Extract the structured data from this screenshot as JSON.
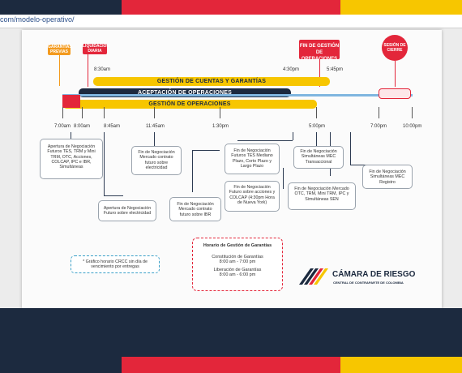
{
  "browser": {
    "url": "com/modelo-operativo/"
  },
  "colors": {
    "brand_yellow": "#f7c600",
    "brand_red": "#e3263a",
    "brand_navy": "#1c2a3f",
    "timeline_blue": "#2e7fc1"
  },
  "slide": {
    "tags": {
      "garantias_previas": "GARANTÍAS PREVIAS",
      "liquidacion_diaria": "LIQUIDACIÓN DIARIA",
      "fin_gestion_operaciones": "FIN DE GESTIÓN DE OPERACIONES",
      "sesion_cierre": "SESIÓN DE CIERRE"
    },
    "bars": {
      "cuentas_garantias": "GESTIÓN DE CUENTAS Y GARANTÍAS",
      "aceptacion": "ACEPTACIÓN DE OPERACIONES",
      "gestion_operaciones": "GESTIÓN DE OPERACIONES"
    },
    "top_times": {
      "t830": "8:30am",
      "t430": "4:30pm",
      "t545": "5:45pm"
    },
    "axis_times": [
      "7:00am",
      "8:00am",
      "8:45am",
      "11:45am",
      "1:30pm",
      "5:00pm",
      "7:00pm",
      "10:00pm"
    ],
    "boxes": {
      "apertura_futuros": "Apertura de Negociación Futuros TES, TRM y Mini TRM, OTC, Acciones, COLCAP, IPC e IBR, Simultáneas",
      "apertura_electricidad": "Apertura de Negociación Futuro sobre electricidad",
      "fin_electricidad": "Fin de Negociación Mercado contrato futuro sobre electricidad",
      "fin_ibr": "Fin de Negociación Mercado contrato futuro sobre IBR",
      "fin_tes": "Fin de Negociación Futuros TES Mediano Plazo, Corto Plazo y Largo Plazo",
      "fin_acciones": "Fin de Negociación Futuro sobre acciones y COLCAP (4:30pm Hora de Nueva York)",
      "fin_mec": "Fin de Negociación Simultáneas MEC Transaccional",
      "fin_otc": "Fin de Negociación Mercado OTC, TRM, Mini TRM, IPC y Simultáneas SEN",
      "fin_mec_registro": "Fin de Negociación Simultáneas MEC Registro"
    },
    "note": "* Gráfico horario CRCC sin día de vencimiento por entregas",
    "horario": {
      "title": "Horario de Gestión de Garantías",
      "line1": "Constitución de Garantías",
      "line2": "8:00 am - 7:00 pm",
      "line3": "Liberación de Garantías",
      "line4": "8:00 am - 6:00 pm"
    },
    "logo": {
      "name": "CÁMARA DE RIESGO",
      "subtitle": "CENTRAL DE CONTRAPARTE DE COLOMBIA"
    }
  }
}
